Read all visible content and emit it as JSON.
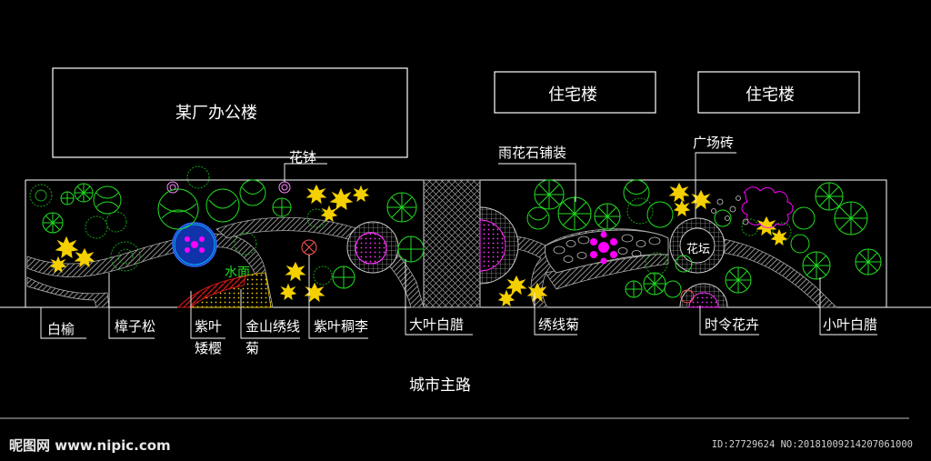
{
  "buildings": {
    "office": "某厂办公楼",
    "residential_left": "住宅楼",
    "residential_right": "住宅楼"
  },
  "road": "城市主路",
  "labels": {
    "flower_pot": "花钵",
    "pebble_paving": "雨花石铺装",
    "plaza_tile": "广场砖",
    "flower_bed": "花坛",
    "water_feature": "水面",
    "elm": "白榆",
    "pine": "樟子松",
    "purple_cherry_1": "紫叶",
    "purple_cherry_2": "矮樱",
    "golden_spiraea_1": "金山绣线",
    "golden_spiraea_2": "菊",
    "purple_plum": "紫叶稠李",
    "big_privet": "大叶白腊",
    "spiraea": "绣线菊",
    "seasonal_flowers": "时令花卉",
    "small_privet": "小叶白腊"
  },
  "watermark": {
    "site": "昵图网 www.nipic.com",
    "id": "ID:27729624 NO:20181009214207061000"
  },
  "colors": {
    "background": "#000000",
    "tree_green": "#22dd22",
    "shrub_yellow": "#f5d000",
    "accent_magenta": "#ff00ff",
    "water_blue": "#1133aa",
    "paving_gray": "#8a8a8a",
    "brick_red": "#d01818"
  }
}
